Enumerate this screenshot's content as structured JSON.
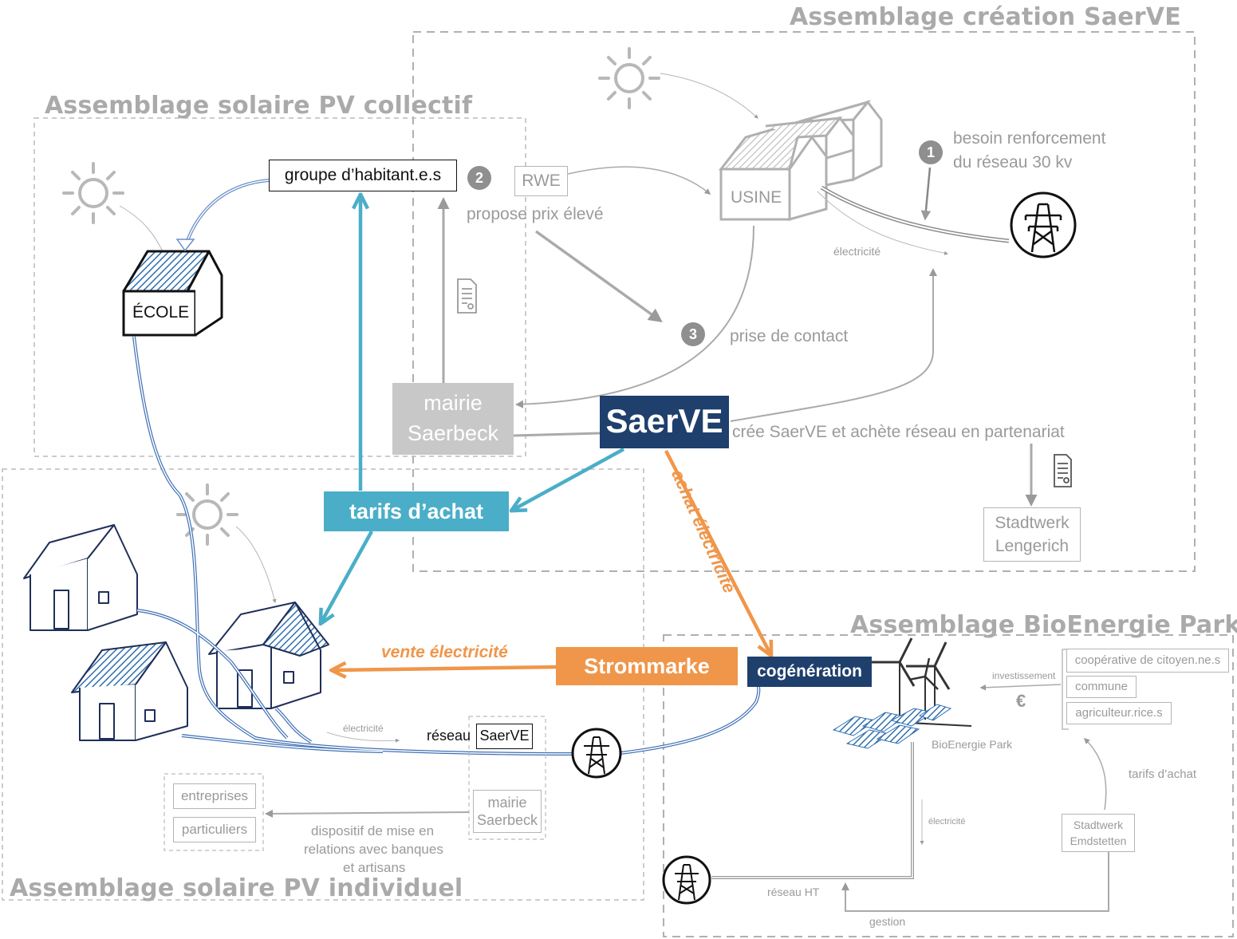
{
  "panels": {
    "saerve_creation": "Assemblage création SaerVE",
    "pv_collective": "Assemblage solaire PV collectif",
    "pv_individual": "Assemblage solaire PV individuel",
    "bioenergie": "Assemblage BioEnergie Park"
  },
  "nodes": {
    "groupe": "groupe d’habitant.e.s",
    "ecole": "ÉCOLE",
    "rwe": "RWE",
    "usine": "USINE",
    "mairie_top_line1": "mairie",
    "mairie_top_line2": "Saerbeck",
    "saerve": "SaerVE",
    "tarifs": "tarifs d’achat",
    "strommarke": "Strommarke",
    "cogeneration": "cogénération",
    "stadtwerk_lengerich_line1": "Stadtwerk",
    "stadtwerk_lengerich_line2": "Lengerich",
    "reseau_label": "réseau",
    "reseau_box": "SaerVE",
    "entreprises": "entreprises",
    "particuliers": "particuliers",
    "mairie_small_line1": "mairie",
    "mairie_small_line2": "Saerbeck",
    "cooperative": "coopérative de citoyen.ne.s",
    "commune": "commune",
    "agriculteur": "agriculteur.rice.s",
    "stadtwerk_emsdetten_line1": "Stadtwerk",
    "stadtwerk_emsdetten_line2": "Emdstetten"
  },
  "badges": {
    "b1": "1",
    "b2": "2",
    "b3": "3"
  },
  "labels": {
    "besoin_line1": "besoin renforcement",
    "besoin_line2": "du réseau 30 kv",
    "propose": "propose prix élevé",
    "electricite_top": "électricité",
    "prise": "prise de contact",
    "cree": "crée SaerVE et achète réseau en partenariat",
    "achat": "achat électricité",
    "vente": "vente électricité",
    "electricite_small": "électricité",
    "dispositif_line1": "dispositif de mise en",
    "dispositif_line2": "relations avec banques",
    "dispositif_line3": "et artisans",
    "investissement": "investissement",
    "euro": "€",
    "bioenergie_park": "BioEnergie Park",
    "tarifs_small": "tarifs d’achat",
    "electricite_bio": "électricité",
    "reseau_ht": "réseau HT",
    "gestion": "gestion"
  },
  "colors": {
    "blue_accent": "#4aaec8",
    "orange_accent": "#f0964a",
    "navy": "#1f3f6d",
    "grey_box": "#c8c8c8",
    "house_blue": "#2e6fb0"
  },
  "icons": [
    "sun-icon",
    "document-icon",
    "pylon-icon",
    "house-icon",
    "factory-icon",
    "wind-turbine-icon",
    "solar-panel-icon"
  ]
}
